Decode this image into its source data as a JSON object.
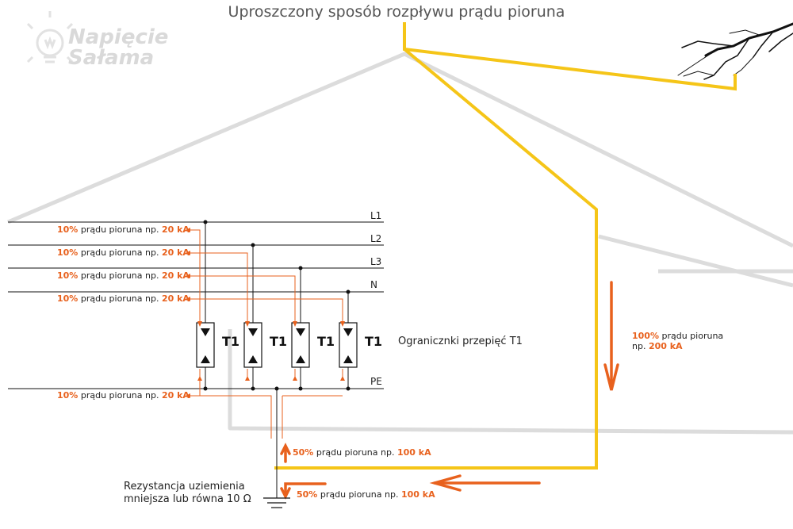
{
  "title": "Uproszczony sposób rozpływu prądu pioruna",
  "logo": {
    "line1": "Napięcie",
    "line2": "Sałama"
  },
  "line_labels": [
    "L1",
    "L2",
    "L3",
    "N",
    "PE"
  ],
  "branch_labels": [
    {
      "pct": "10%",
      "text": " prądu pioruna np. ",
      "val": "20 kA"
    },
    {
      "pct": "10%",
      "text": " prądu pioruna np. ",
      "val": "20 kA"
    },
    {
      "pct": "10%",
      "text": " prądu pioruna np. ",
      "val": "20 kA"
    },
    {
      "pct": "10%",
      "text": " prądu pioruna np. ",
      "val": "20 kA"
    },
    {
      "pct": "10%",
      "text": " prądu pioruna np. ",
      "val": "20 kA"
    }
  ],
  "arrester_label": "T1",
  "arrester_note": "Ogranicznki przepięć T1",
  "total_current": {
    "pct": "100%",
    "text": " prądu pioruna",
    "prefix": "np. ",
    "val": "200 kA"
  },
  "half_up": {
    "pct": "50%",
    "text": " prądu pioruna np. ",
    "val": "100 kA"
  },
  "half_down": {
    "pct": "50%",
    "text": " prądu pioruna np. ",
    "val": "100 kA"
  },
  "earth_note": {
    "line1": "Rezystancja uziemienia",
    "line2": "mniejsza lub równa 10 Ω"
  },
  "colors": {
    "lightning_path": "#f5c518",
    "current_arrow": "#e8611d",
    "house": "#d9d9d9"
  }
}
